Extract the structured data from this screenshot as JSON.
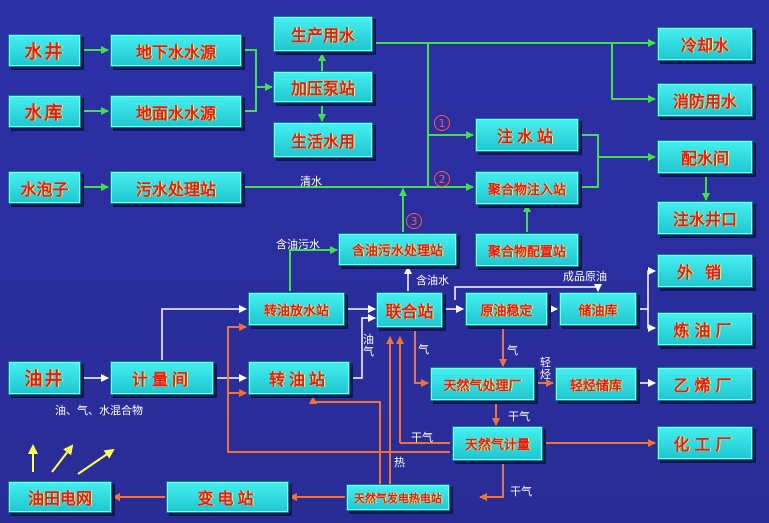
{
  "colors": {
    "green": "#43e04a",
    "white": "#ffffff",
    "orange": "#f07238",
    "red_text": "#e51b1b",
    "box": "#2ed6dc",
    "background": "#2a2f9e"
  },
  "nodes": {
    "shuijing": "水井",
    "shuiku": "水库",
    "shuipaozi": "水泡子",
    "dixia": "地下水水源",
    "dimian": "地面水水源",
    "wushui": "污水处理站",
    "shengchan": "生产用水",
    "jiaya": "加压泵站",
    "shenghuo": "生活水用",
    "lengque": "冷却水",
    "xiaofang": "消防用水",
    "peishui": "配水间",
    "zhushuijk": "注水井口",
    "zhushui": "注水站",
    "juhewu": "聚合物注入站",
    "juhewupz": "聚合物配置站",
    "hanyou": "含油污水处理站",
    "zhuanyoufs": "转油放水站",
    "zhuanyou": "转油站",
    "lianhe": "联合站",
    "yuanyou": "原油稳定",
    "chuyou": "储油库",
    "waixiao": "外销",
    "lianyou": "炼油厂",
    "tianranqicl": "天然气处理厂",
    "qingting": "轻烃储库",
    "yixi": "乙烯厂",
    "tianranqijl": "天然气计量",
    "huagong": "化工厂",
    "youjing": "油井",
    "jiliang": "计量间",
    "fadian": "天然气发电热电站",
    "biandian": "变电站",
    "diangwang": "油田电网"
  },
  "labels": {
    "qingshui": "清水",
    "hanyouwushui": "含油污水",
    "hanyoushui": "含油水",
    "chengpin": "成品原油",
    "youqi_v": "油气",
    "qi1": "气",
    "qi2": "气",
    "qingting_v": "轻烃",
    "ganqi1": "干气",
    "ganqi2": "干气",
    "ganqi3": "干气",
    "re": "热",
    "hunhe": "油、气、水混合物"
  },
  "markers": {
    "m1": "①",
    "m2": "②",
    "m3": "③"
  }
}
